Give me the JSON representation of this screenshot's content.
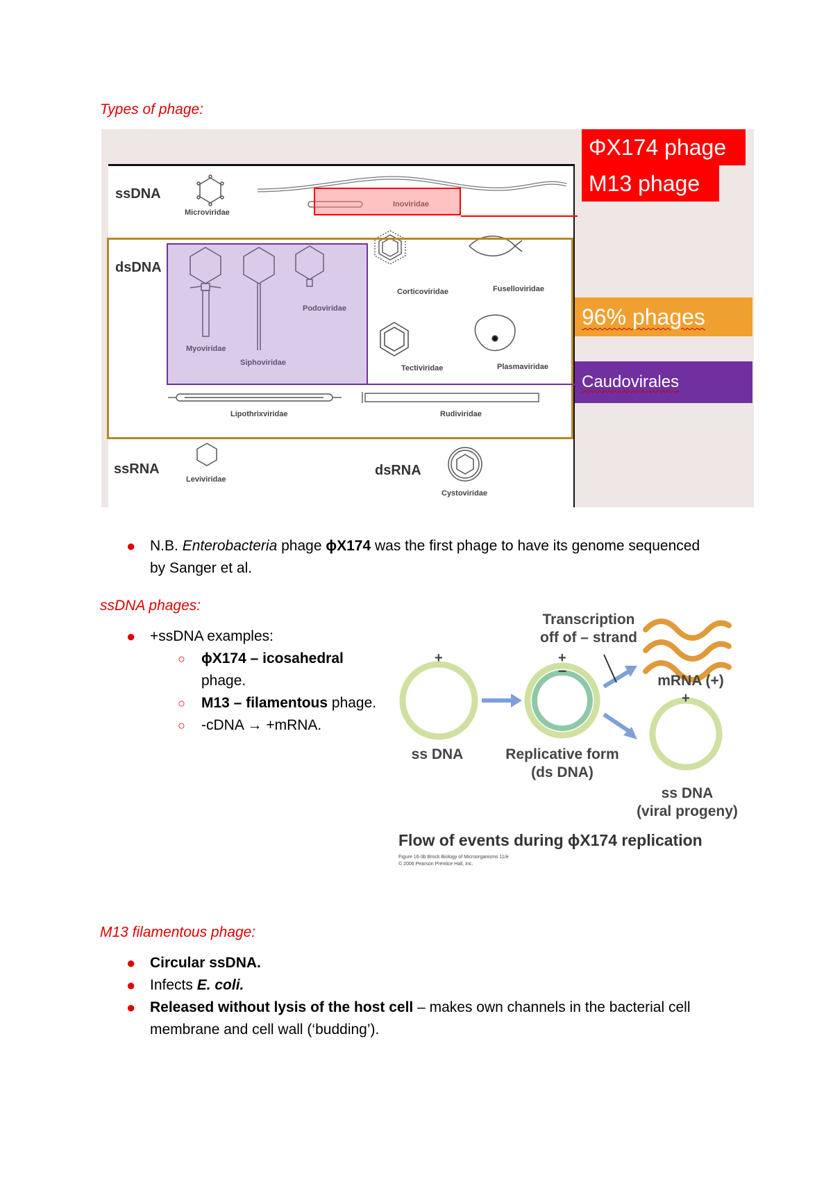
{
  "headings": {
    "types": "Types of phage:",
    "ssdna": "ssDNA phages:",
    "m13": "M13 filamentous phage:"
  },
  "figure1": {
    "rows": {
      "ssdna": "ssDNA",
      "dsdna": "dsDNA",
      "ssrna": "ssRNA",
      "dsrna": "dsRNA"
    },
    "families": {
      "microviridae": "Microviridae",
      "inoviridae": "Inoviridae",
      "corticoviridae": "Corticoviridae",
      "fuselloviridae": "Fuselloviridae",
      "myoviridae": "Myoviridae",
      "siphoviridae": "Siphoviridae",
      "podoviridae": "Podoviridae",
      "tectiviridae": "Tectiviridae",
      "plasmaviridae": "Plasmaviridae",
      "lipothrixviridae": "Lipothrixviridae",
      "rudiviridae": "Rudiviridae",
      "leviviridae": "Leviviridae",
      "cystoviridae": "Cystoviridae"
    },
    "tags": {
      "phix174": "ΦX174 phage",
      "m13": "M13 phage",
      "percent": "96% phages",
      "caudovirales": "Caudovirales"
    },
    "colors": {
      "red": "#ff0000",
      "orange": "#f0a030",
      "purple": "#7030a0",
      "brown": "#b8862e",
      "bg": "#efe7e5"
    }
  },
  "note": {
    "prefix": "N.B. ",
    "italic": "Enterobacteria",
    "mid": " phage ",
    "bold": "ϕX174",
    "suffix": " was the first phage to have its genome sequenced",
    "line2": "by Sanger et al."
  },
  "ssdna_list": {
    "main": "+ssDNA examples:",
    "sub1_bold": "ϕX174 – icosahedral",
    "sub1_rest": "phage.",
    "sub2_bold": "M13 – filamentous",
    "sub2_rest": " phage.",
    "sub3": "-cDNA → +mRNA."
  },
  "figure2": {
    "transcription": "Transcription",
    "off_strand": "off of – strand",
    "mrna": "mRNA (+)",
    "ss_dna": "ss DNA",
    "replicative": "Replicative form",
    "ds_dna": "(ds DNA)",
    "ss_dna2": "ss DNA",
    "viral_progeny": "(viral progeny)",
    "title": "Flow of events during ϕX174 replication",
    "credit1": "Figure 16-3b Brock Biology of Microorganisms 11/e",
    "credit2": "© 2006 Pearson Prentice Hall, Inc.",
    "plus": "+",
    "minus": "–"
  },
  "m13_list": {
    "item1": "Circular ssDNA.",
    "item2_prefix": "Infects ",
    "item2_italic": "E. coli.",
    "item3_bold": "Released without lysis of the host cell",
    "item3_rest": " – makes own channels in the bacterial cell",
    "item3_line2": "membrane and cell wall (‘budding’)."
  }
}
